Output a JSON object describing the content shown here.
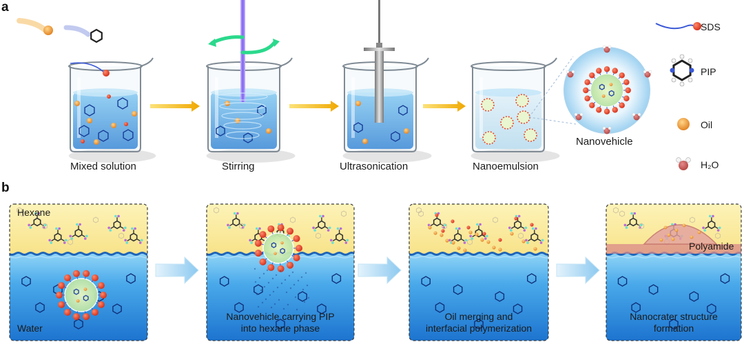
{
  "panels": {
    "a": {
      "letter": "a",
      "steps": [
        "Mixed solution",
        "Stirring",
        "Ultrasonication",
        "Nanoemulsion"
      ],
      "inset_label": "Nanovehicle",
      "legend": [
        "SDS",
        "PIP",
        "Oil",
        "H₂O"
      ]
    },
    "b": {
      "letter": "b",
      "hexane_label": "Hexane",
      "water_label": "Water",
      "captions": [
        [
          "Nanovehicle carrying PIP",
          "into hexane phase"
        ],
        [
          "Oil merging and",
          "interfacial polymerization"
        ],
        [
          "Nanocrater structure",
          "formation"
        ]
      ],
      "polyamide_label": "Polyamide"
    }
  },
  "colors": {
    "water": "#3d9fe6",
    "water_light": "#8fd0f5",
    "hexane": "#fcefa6",
    "oil": "#f0a23a",
    "sds_head": "#e8472f",
    "sds_tail": "#3a58d6",
    "arrow_gold": "#f2b413",
    "arrow_blue": "#a9d8f5",
    "polyamide": "#d98a8a",
    "nanovehicle": "#d8f0b8"
  }
}
